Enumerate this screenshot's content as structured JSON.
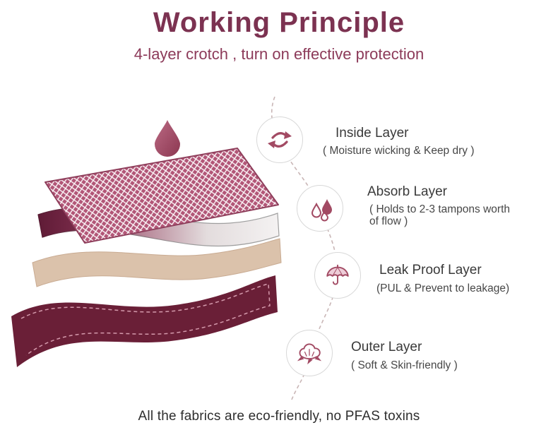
{
  "header": {
    "title": "Working Principle",
    "subtitle": "4-layer crotch , turn on effective protection"
  },
  "layers": [
    {
      "name": "Inside Layer",
      "caption": "( Moisture wicking & Keep dry )",
      "icon": "recycle-arrows-icon"
    },
    {
      "name": "Absorb Layer",
      "caption": "( Holds to 2-3 tampons worth of flow )",
      "icon": "water-drops-icon"
    },
    {
      "name": "Leak Proof Layer",
      "caption": "(PUL & Prevent to leakage)",
      "icon": "umbrella-icon"
    },
    {
      "name": "Outer Layer",
      "caption": "( Soft & Skin-friendly )",
      "icon": "cotton-flower-icon"
    }
  ],
  "illustration": {
    "drop_icon": "water-drop-icon",
    "fabric_layers": [
      "mesh-top-layer",
      "gradient-absorb-layer",
      "beige-leakproof-layer",
      "dark-outer-layer"
    ]
  },
  "footer": {
    "note": "All the fabrics are eco-friendly, no PFAS toxins"
  },
  "colors": {
    "accent_maroon": "#7c3251",
    "subtitle_maroon": "#8c3a59",
    "icon_maroon": "#a24a63",
    "mesh_pink": "#b25677",
    "beige": "#dbc2ab",
    "dark_maroon": "#6a1f37",
    "text_dark": "#3a3a3a"
  }
}
